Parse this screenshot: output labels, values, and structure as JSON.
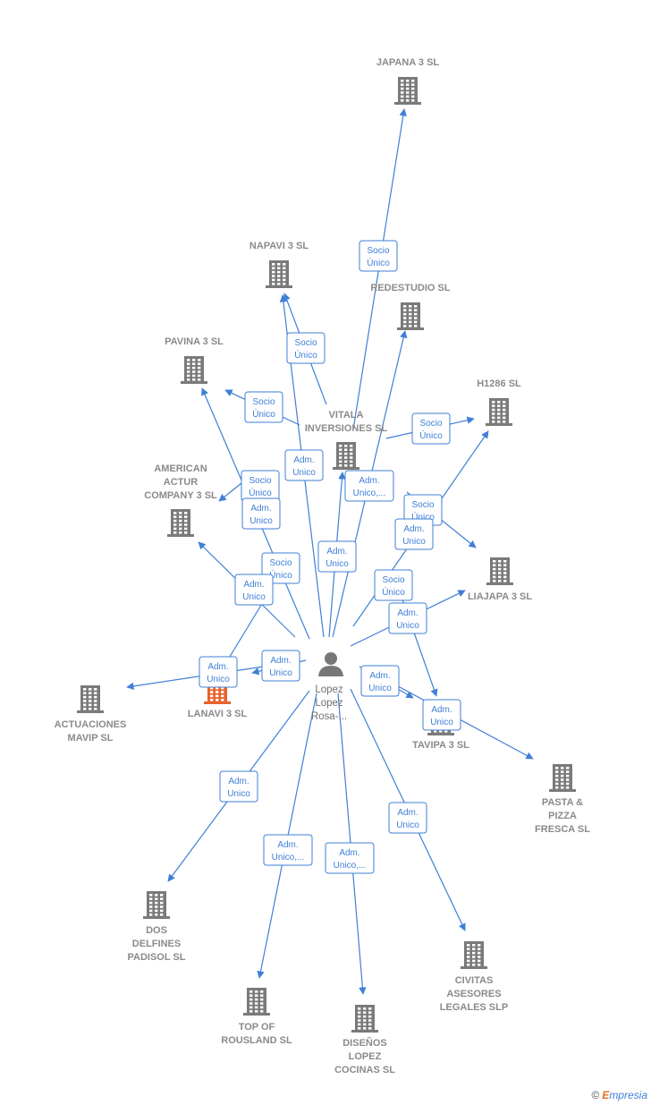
{
  "colors": {
    "edge": "#3f7fd6",
    "building": "#7a7a7a",
    "highlight": "#e8622c",
    "label": "#8a8a8a"
  },
  "person": {
    "label_lines": [
      "Lopez",
      "Lopez",
      "Rosa-..."
    ]
  },
  "companies": [
    {
      "id": "japana",
      "label_lines": [
        "JAPANA 3 SL"
      ]
    },
    {
      "id": "napavi",
      "label_lines": [
        "NAPAVI 3  SL"
      ]
    },
    {
      "id": "redestudio",
      "label_lines": [
        "REDESTUDIO SL"
      ]
    },
    {
      "id": "pavina",
      "label_lines": [
        "PAVINA 3  SL"
      ]
    },
    {
      "id": "h1286",
      "label_lines": [
        "H1286  SL"
      ]
    },
    {
      "id": "vitala",
      "label_lines": [
        "VITALA",
        "INVERSIONES SL"
      ]
    },
    {
      "id": "american",
      "label_lines": [
        "AMERICAN",
        "ACTUR",
        "COMPANY 3  SL"
      ]
    },
    {
      "id": "liajapa",
      "label_lines": [
        "LIAJAPA 3  SL"
      ]
    },
    {
      "id": "lanavi",
      "label_lines": [
        "LANAVI 3  SL"
      ],
      "highlight": true
    },
    {
      "id": "actuaciones",
      "label_lines": [
        "ACTUACIONES",
        "MAVIP  SL"
      ]
    },
    {
      "id": "tavipa",
      "label_lines": [
        "TAVIPA 3  SL"
      ]
    },
    {
      "id": "pasta",
      "label_lines": [
        "PASTA &",
        "PIZZA",
        "FRESCA SL"
      ]
    },
    {
      "id": "dosdelfines",
      "label_lines": [
        "DOS",
        "DELFINES",
        "PADISOL SL"
      ]
    },
    {
      "id": "civitas",
      "label_lines": [
        "CIVITAS",
        "ASESORES",
        "LEGALES  SLP"
      ]
    },
    {
      "id": "topof",
      "label_lines": [
        "TOP OF",
        "ROUSLAND  SL"
      ]
    },
    {
      "id": "disenos",
      "label_lines": [
        "DISEÑOS",
        "LOPEZ",
        "COCINAS  SL"
      ]
    }
  ],
  "relations": [
    {
      "id": "r_japana",
      "lines": [
        "Socio",
        "Único"
      ]
    },
    {
      "id": "r_napavi",
      "lines": [
        "Socio",
        "Único"
      ]
    },
    {
      "id": "r_pavina",
      "lines": [
        "Socio",
        "Único"
      ]
    },
    {
      "id": "r_h1286",
      "lines": [
        "Socio",
        "Único"
      ]
    },
    {
      "id": "r_vitala_adm",
      "lines": [
        "Adm.",
        "Unico"
      ]
    },
    {
      "id": "r_american_socio",
      "lines": [
        "Socio",
        "Único"
      ]
    },
    {
      "id": "r_american_adm",
      "lines": [
        "Adm.",
        "Unico"
      ]
    },
    {
      "id": "r_redestudio",
      "lines": [
        "Adm.",
        "Unico,..."
      ]
    },
    {
      "id": "r_liajapa_socio",
      "lines": [
        "Socio",
        "Único"
      ]
    },
    {
      "id": "r_liajapa_adm1",
      "lines": [
        "Adm.",
        "Unico"
      ]
    },
    {
      "id": "r_vitala_adm2",
      "lines": [
        "Adm.",
        "Unico"
      ]
    },
    {
      "id": "r_lanavi_socio",
      "lines": [
        "Socio",
        "Único"
      ]
    },
    {
      "id": "r_pavina_adm",
      "lines": [
        "Adm.",
        "Unico"
      ]
    },
    {
      "id": "r_h1286_socio",
      "lines": [
        "Socio",
        "Único"
      ]
    },
    {
      "id": "r_liajapa_adm2",
      "lines": [
        "Adm.",
        "Unico"
      ]
    },
    {
      "id": "r_lanavi_adm",
      "lines": [
        "Adm.",
        "Unico"
      ]
    },
    {
      "id": "r_actuaciones",
      "lines": [
        "Adm.",
        "Unico"
      ]
    },
    {
      "id": "r_tavipa",
      "lines": [
        "Adm.",
        "Unico"
      ]
    },
    {
      "id": "r_pasta",
      "lines": [
        "Adm.",
        "Unico"
      ]
    },
    {
      "id": "r_dosdelfines",
      "lines": [
        "Adm.",
        "Unico"
      ]
    },
    {
      "id": "r_civitas",
      "lines": [
        "Adm.",
        "Unico"
      ]
    },
    {
      "id": "r_topof",
      "lines": [
        "Adm.",
        "Unico,..."
      ]
    },
    {
      "id": "r_disenos",
      "lines": [
        "Adm.",
        "Unico,..."
      ]
    }
  ],
  "credit": {
    "copyright": "©",
    "brand_e": "E",
    "brand_rest": "mpresia"
  }
}
